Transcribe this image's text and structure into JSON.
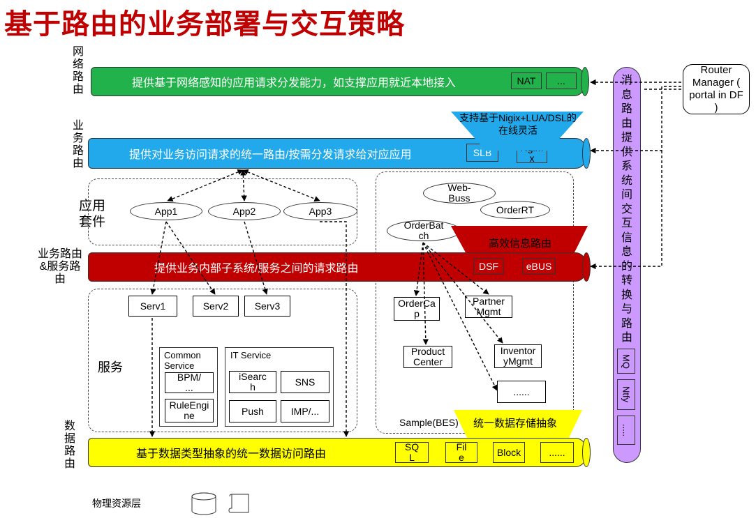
{
  "title": "基于路由的业务部署与交互策略",
  "side_labels": {
    "network": "网络路由",
    "business": "业务路由",
    "suite": "应用套件",
    "biz_service": "业务路由&服务路由",
    "service": "服务",
    "data": "数据路由",
    "physical": "物理资源层"
  },
  "pipes": {
    "network": {
      "text": "提供基于网络感知的应用请求分发能力，如支撑应用就近本地接入",
      "boxes": [
        "NAT",
        "..."
      ]
    },
    "business": {
      "text": "提供对业务访问请求的统一路由/按需分发请求给对应应用",
      "boxes": [
        "SLB",
        "Ngim\nx"
      ]
    },
    "service": {
      "text": "提供业务内部子系统/服务之间的请求路由",
      "boxes": [
        "DSF",
        "eBUS"
      ]
    },
    "data": {
      "text": "基于数据类型抽象的统一数据访问路由",
      "boxes": [
        "SQ\nL",
        "Fil\ne",
        "Block",
        "......"
      ]
    }
  },
  "callouts": {
    "blue": "支持基于Nigix+LUA/DSL的在线灵活",
    "red": "高效信息路由",
    "yellow": "统一数据存储抽象"
  },
  "apps": [
    "App1",
    "App2",
    "App3"
  ],
  "servs": [
    "Serv1",
    "Serv2",
    "Serv3"
  ],
  "common_service": {
    "title": "Common Service",
    "items": [
      "BPM/\n...",
      "RuleEngi\nne"
    ]
  },
  "it_service": {
    "title": "IT Service",
    "items": [
      "iSearc\nh",
      "SNS",
      "Push",
      "IMP/..."
    ]
  },
  "sample": {
    "label": "Sample(BES)",
    "ellipses": [
      "Web-\nBuss",
      "OrderRT",
      "OrderBat\nch"
    ],
    "boxes": [
      "OrderCa\np",
      "Partner\nMgmt",
      "Product\nCenter",
      "Inventor\nyMgmt",
      "......"
    ]
  },
  "router_manager": "Router Manager ( portal in DF )",
  "message_route": {
    "text": "消息路由提供系统间交互信息的转换与路由",
    "boxes": [
      "MQ",
      "Ntfy",
      "....."
    ]
  },
  "colors": {
    "title": "#c00000",
    "network_pipe": "#21b24b",
    "business_pipe": "#21a9ec",
    "service_pipe": "#c00000",
    "data_pipe": "#ffff00",
    "message_bar": "#cc99ff"
  }
}
